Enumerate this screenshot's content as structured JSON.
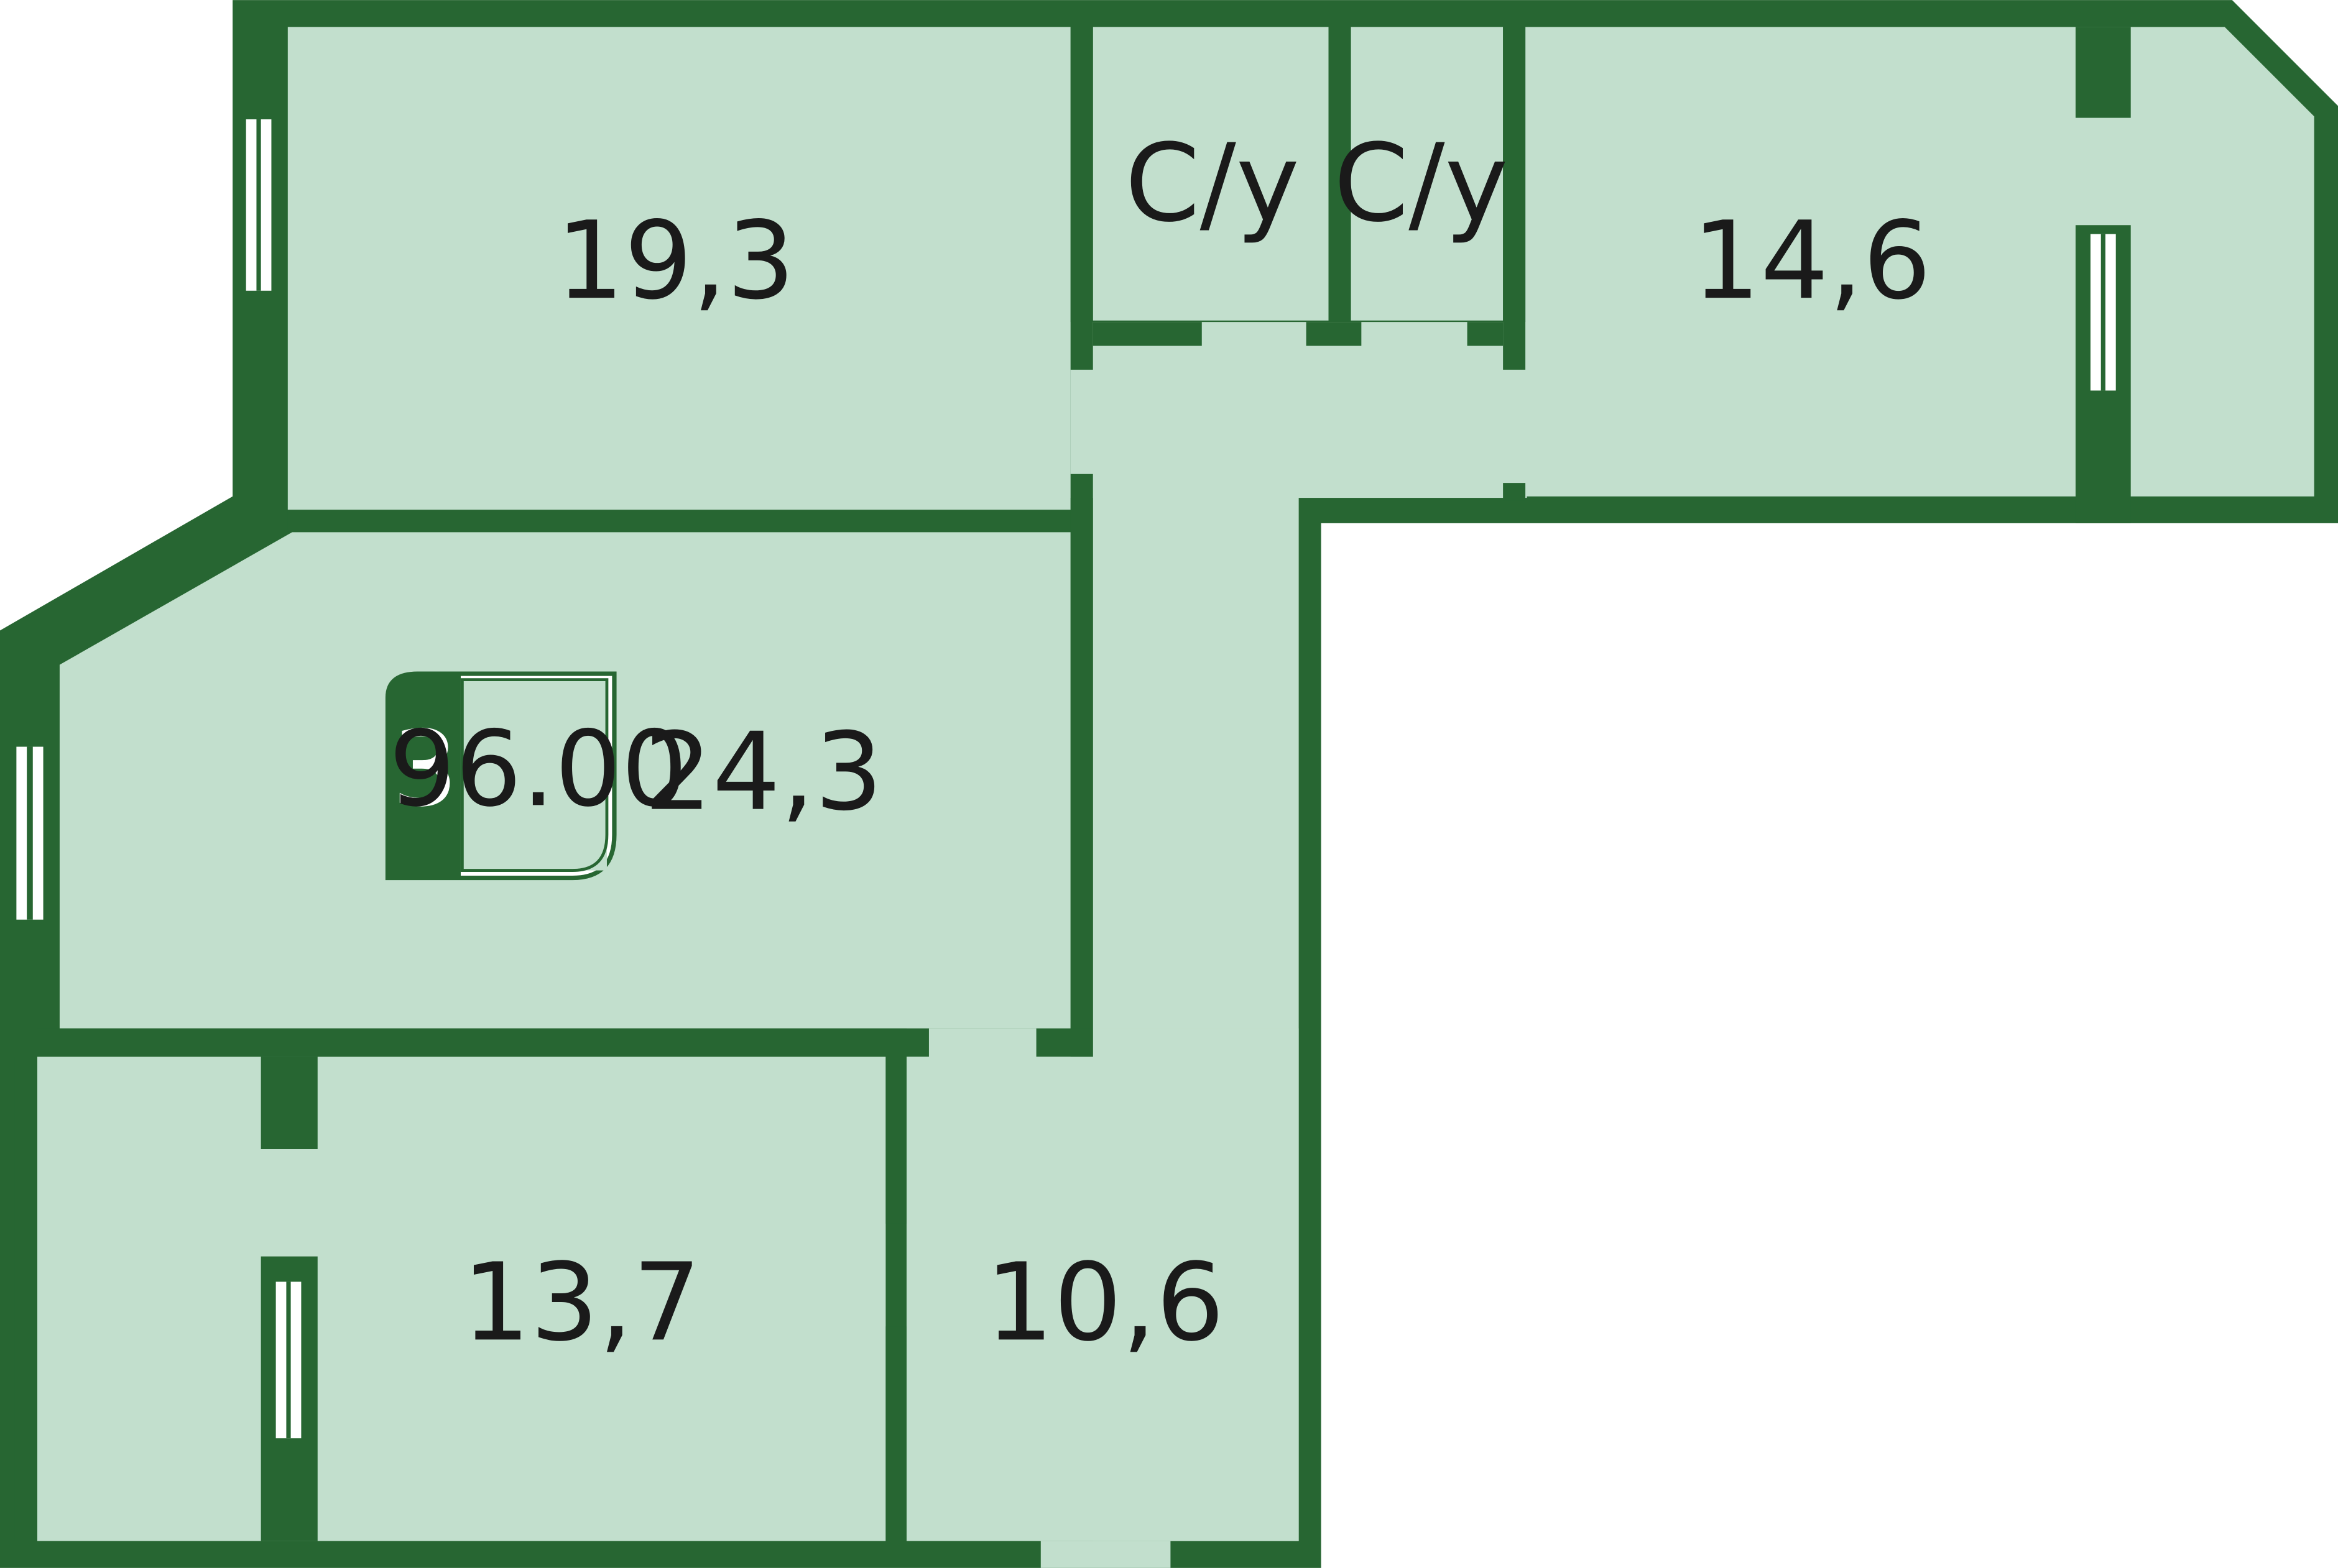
{
  "colors": {
    "wall": "#276632",
    "floor": "#c2dfcd",
    "window_glass": "#ffffff",
    "text": "#1a1a1a"
  },
  "badge": {
    "rooms": "3",
    "total_area": "96.00"
  },
  "rooms": {
    "room_top_left": "19,3",
    "bathroom_1": "С/у",
    "bathroom_2": "С/у",
    "room_top_right": "14,6",
    "living_room": "24,3",
    "room_bottom_left": "13,7",
    "hallway": "10,6"
  }
}
